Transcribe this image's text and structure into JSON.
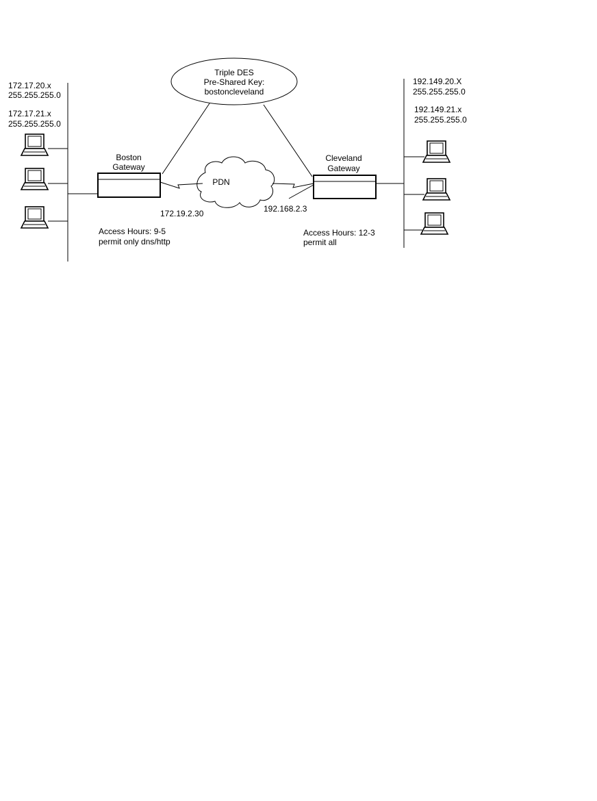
{
  "encryption": {
    "line1": "Triple DES",
    "line2": "Pre-Shared Key:",
    "line3": "bostoncleveland"
  },
  "boston": {
    "subnet1": "172.17.20.x",
    "mask1": "255.255.255.0",
    "subnet2": "172.17.21.x",
    "mask2": "255.255.255.0",
    "gateway_line1": "Boston",
    "gateway_line2": "Gateway",
    "wan_ip": "172.19.2.30",
    "access_line1": "Access Hours: 9-5",
    "access_line2": "permit only dns/http"
  },
  "cleveland": {
    "subnet1": "192.149.20.X",
    "mask1": "255.255.255.0",
    "subnet2": "192.149.21.x",
    "mask2": "255.255.255.0",
    "gateway_line1": "Cleveland",
    "gateway_line2": "Gateway",
    "wan_ip": "192.168.2.3",
    "access_line1": "Access Hours: 12-3",
    "access_line2": "permit all"
  },
  "network": {
    "cloud_label": "PDN"
  }
}
